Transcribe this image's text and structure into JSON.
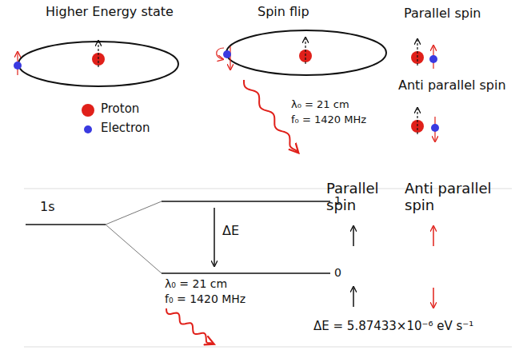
{
  "diagram": {
    "labels": [
      "Higher Energy state",
      "Spin flip",
      "Parallel spin",
      "Proton",
      "Electron",
      "λ₀ = 21 cm",
      "f₀ = 1420 MHz",
      "Anti parallel spin",
      "1s",
      "ΔE",
      "1",
      "Parallel spin",
      "Anti parallel spin",
      "0",
      "λ₀ = 21 cm",
      "f₀ = 1420 MHz",
      "ΔE = 5.87433×10⁻⁶ eV s⁻¹"
    ]
  }
}
